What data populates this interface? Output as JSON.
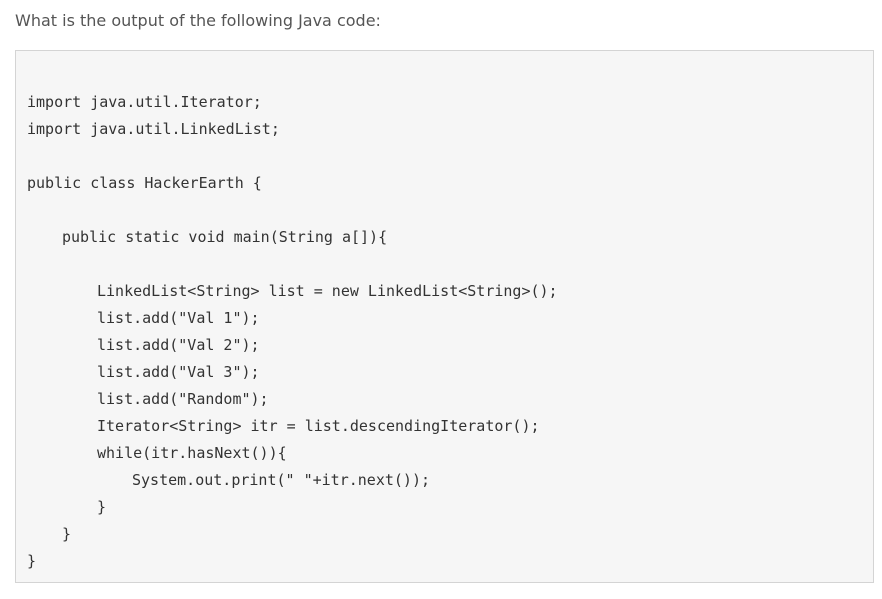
{
  "question": {
    "text": "What is the output of the following Java code:"
  },
  "code": {
    "lines": [
      {
        "text": "import java.util.Iterator;"
      },
      {
        "text": "import java.util.LinkedList;"
      },
      {
        "text": "public class HackerEarth {"
      },
      {
        "text": "public static void main(String a[]){"
      },
      {
        "text": "LinkedList<String> list = new LinkedList<String>();"
      },
      {
        "text": "list.add(\"Val 1\");"
      },
      {
        "text": "list.add(\"Val 2\");"
      },
      {
        "text": "list.add(\"Val 3\");"
      },
      {
        "text": "list.add(\"Random\");"
      },
      {
        "text": "Iterator<String> itr = list.descendingIterator();"
      },
      {
        "text": "while(itr.hasNext()){"
      },
      {
        "text": "System.out.print(\" \"+itr.next());"
      },
      {
        "text": "}"
      },
      {
        "text": "}"
      },
      {
        "text": "}"
      }
    ]
  }
}
